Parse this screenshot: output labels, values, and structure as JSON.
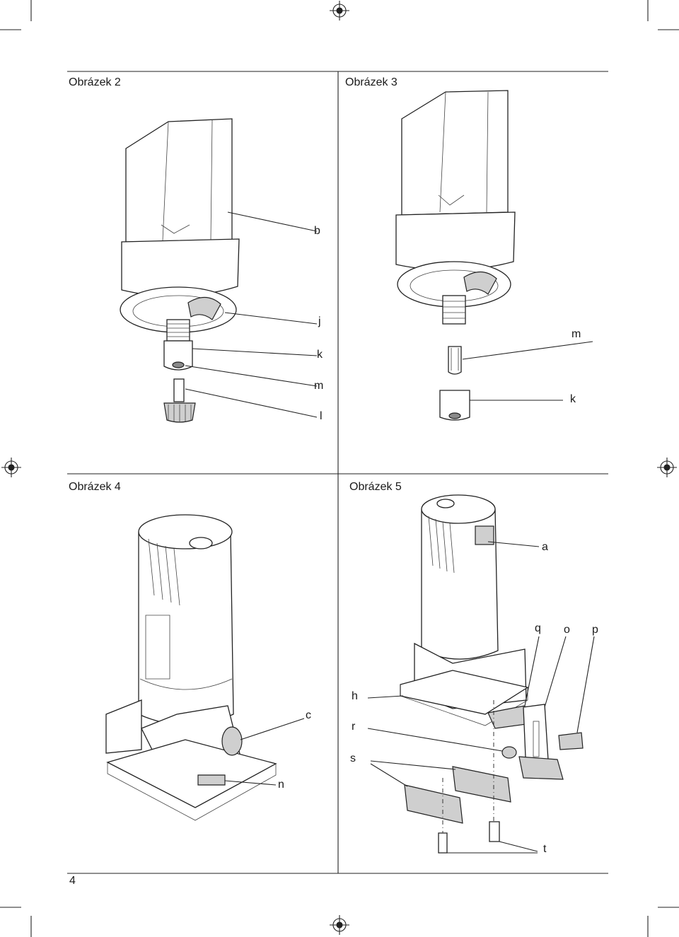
{
  "figures": [
    {
      "title": "Obrázek 2",
      "labels": [
        "b",
        "j",
        "k",
        "m",
        "l"
      ]
    },
    {
      "title": "Obrázek 3",
      "labels": [
        "m",
        "k"
      ]
    },
    {
      "title": "Obrázek 4",
      "labels": [
        "c",
        "n"
      ]
    },
    {
      "title": "Obrázek 5",
      "labels": [
        "a",
        "q",
        "o",
        "p",
        "h",
        "r",
        "s",
        "t"
      ]
    }
  ],
  "page_number": "4"
}
